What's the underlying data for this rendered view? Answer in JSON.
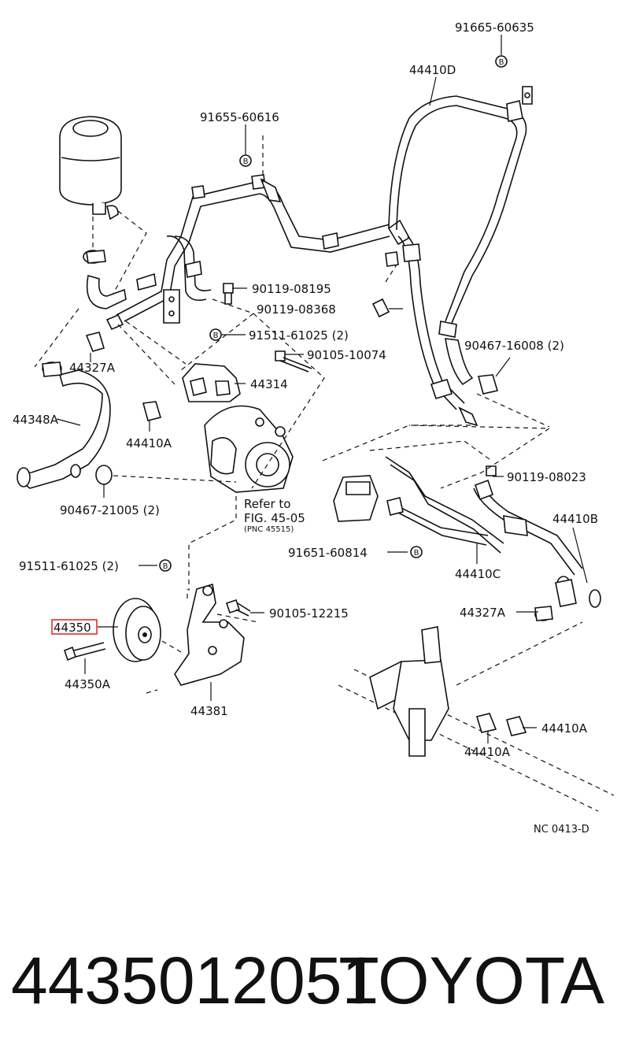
{
  "callouts": {
    "c91665_60635": "91665-60635",
    "c44410D": "44410D",
    "c91655_60616": "91655-60616",
    "c90119_08195": "90119-08195",
    "c90119_08368": "90119-08368",
    "c91511_61025_a": "91511-61025 (2)",
    "c90105_10074": "90105-10074",
    "c90467_16008": "90467-16008 (2)",
    "c44327A_a": "44327A",
    "c44314": "44314",
    "c44348A": "44348A",
    "c44410A_a": "44410A",
    "c90467_21005": "90467-21005 (2)",
    "c90119_08023": "90119-08023",
    "c44410B": "44410B",
    "c91651_60814": "91651-60814",
    "c44410C": "44410C",
    "c91511_61025_b": "91511-61025 (2)",
    "c90105_12215": "90105-12215",
    "c44350": "44350",
    "c44327A_b": "44327A",
    "c44350A": "44350A",
    "c44381": "44381",
    "c44410A_b": "44410A",
    "c44410A_c": "44410A"
  },
  "refer": {
    "line1": "Refer to",
    "line2": "FIG. 45-05",
    "line3": "(PNC 45515)"
  },
  "bolt_marker": "B",
  "diagram_code": "NC 0413-D",
  "footer": {
    "part_number": "4435012051",
    "brand": "TOYOTA"
  },
  "highlight_color": "#e02020"
}
